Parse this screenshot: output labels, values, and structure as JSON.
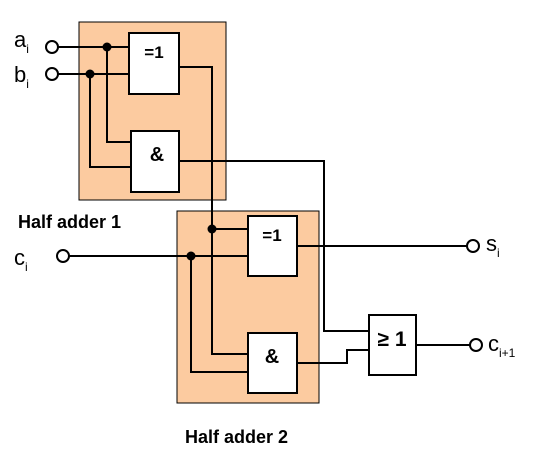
{
  "colors": {
    "panel_fill": "#FCCBA0"
  },
  "panels": {
    "half_adder_1": "Half adder 1",
    "half_adder_2": "Half adder 2"
  },
  "gates": {
    "xor1": "=1",
    "and1": "&",
    "xor2": "=1",
    "and2": "&",
    "or": "≥ 1"
  },
  "signals": {
    "a": {
      "base": "a",
      "sub": "i"
    },
    "b": {
      "base": "b",
      "sub": "i"
    },
    "c": {
      "base": "c",
      "sub": "i"
    },
    "s": {
      "base": "s",
      "sub": "i"
    },
    "cout": {
      "base": "c",
      "sub": "i+1"
    }
  }
}
